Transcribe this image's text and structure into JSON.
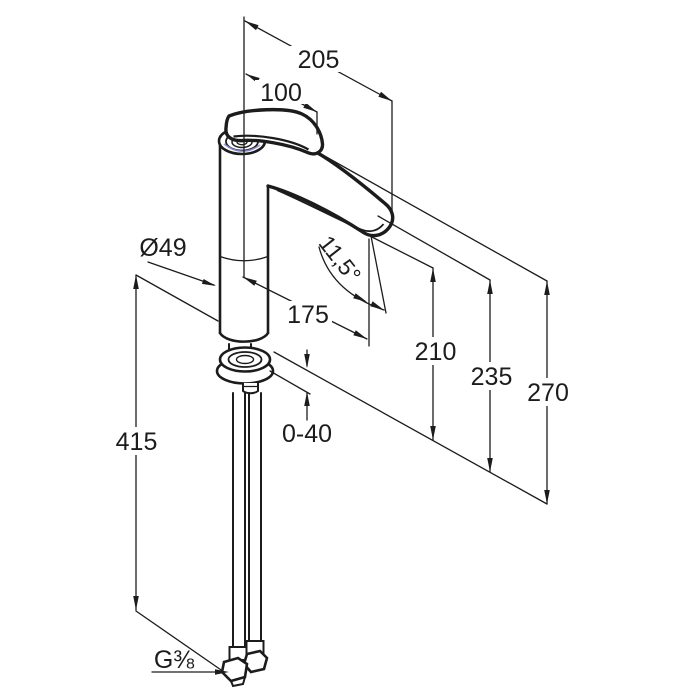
{
  "drawing": {
    "title": "faucet-dimension-drawing",
    "colors": {
      "line": "#1c1c1c",
      "background": "#ffffff",
      "accent_blue": "#8a90dd"
    },
    "dimensions": {
      "total_projection": "205",
      "handle_projection": "100",
      "body_diameter": "Ø49",
      "spout_reach": "175",
      "spout_angle": "11,5°",
      "outlet_height": "210",
      "spout_height": "235",
      "total_height": "270",
      "hose_length": "415",
      "clamping_range": "0-40",
      "connection_thread": "G⅜"
    }
  }
}
